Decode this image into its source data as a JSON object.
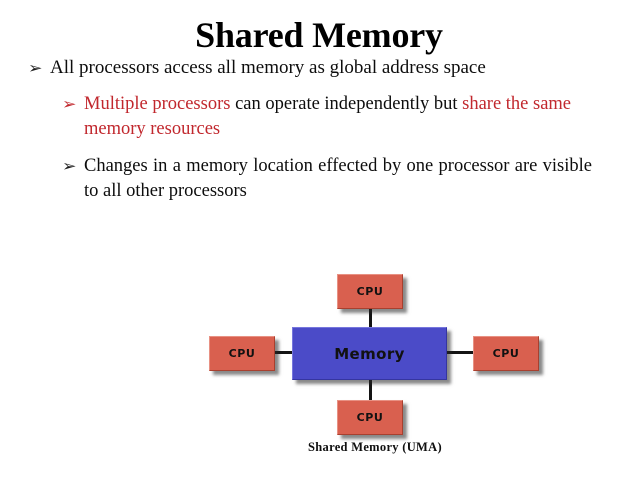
{
  "slide": {
    "title": "Shared Memory",
    "background_color": "#ffffff"
  },
  "colors": {
    "accent_red": "#c1272d",
    "text_black": "#0d0d0d",
    "cpu_fill": "#d9604f",
    "memory_fill": "#4b4bc8",
    "connector": "#141414"
  },
  "bullets": [
    {
      "level": 1,
      "marker": "➢",
      "marker_color": "#1a1a1a",
      "text": "All processors access all memory as global address  space"
    },
    {
      "level": 2,
      "marker": "➢",
      "marker_color": "#c1272d",
      "segments": [
        {
          "text": "Multiple processors ",
          "color": "red"
        },
        {
          "text": "can operate independently but ",
          "color": "black"
        },
        {
          "text": "share the same memory resources",
          "color": "red"
        }
      ]
    },
    {
      "level": 2,
      "marker": "➢",
      "marker_color": "#1a1a1a",
      "segments": [
        {
          "text": "Changes in a memory location effected by one processor are visible to all other processors",
          "color": "black"
        }
      ]
    }
  ],
  "diagram": {
    "caption": "Shared Memory (UMA)",
    "memory_label": "Memory",
    "cpu_top_label": "CPU",
    "cpu_left_label": "CPU",
    "cpu_right_label": "CPU",
    "cpu_bottom_label": "CPU"
  }
}
